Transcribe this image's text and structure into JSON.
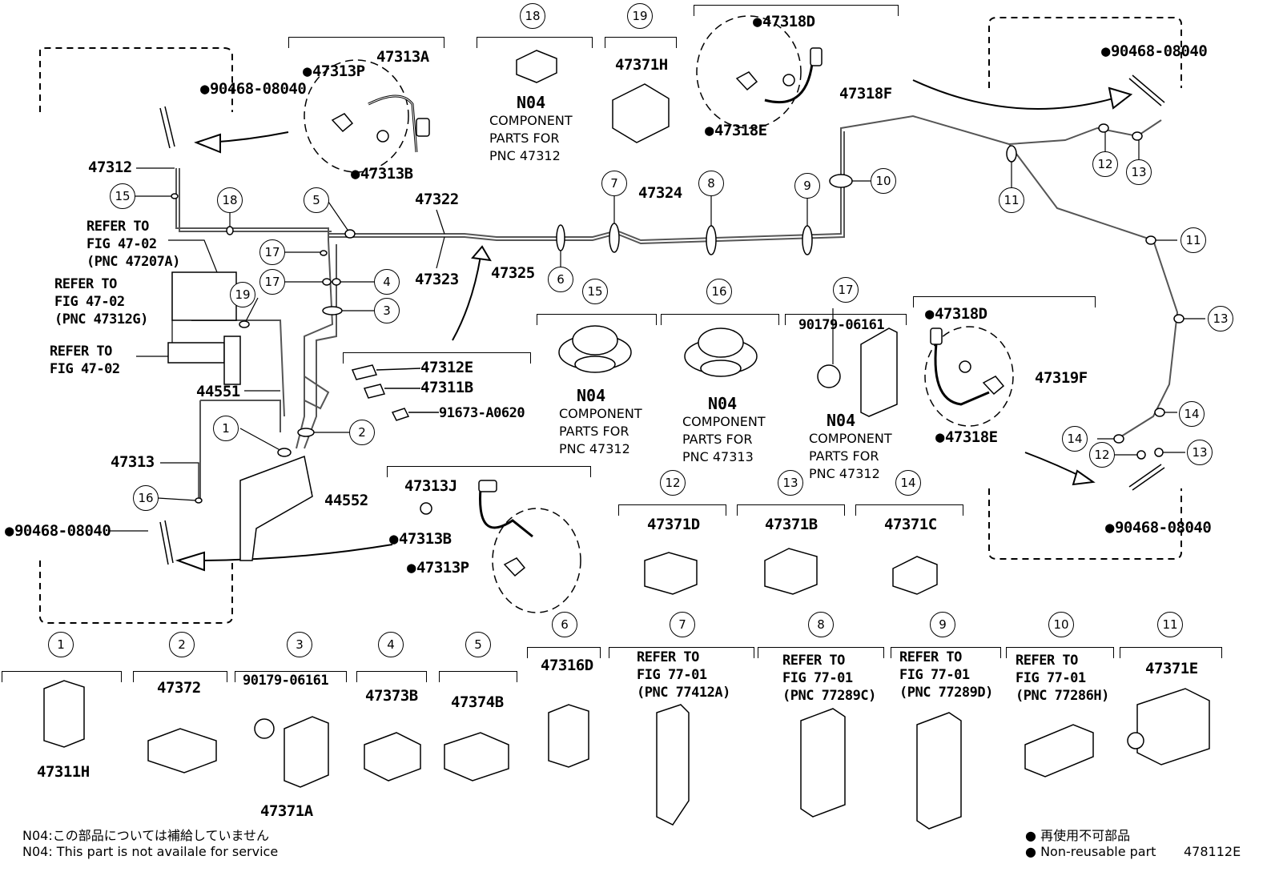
{
  "diagram_id": "478112E",
  "notes": {
    "n04_jp": "N04:この部品については補給していません",
    "n04_en": "N04: This part is not availale for service"
  },
  "legend": {
    "non_reusable_jp": "再使用不可部品",
    "non_reusable_en": "Non-reusable part"
  },
  "component_text": {
    "n04": "N04",
    "for_47312": "COMPONENT\nPARTS FOR\nPNC 47312",
    "for_47313": "COMPONENT\nPARTS FOR\nPNC 47313"
  },
  "refer": {
    "r47207a": "REFER TO\nFIG 47-02\n(PNC 47207A)",
    "r47312g": "REFER TO\nFIG 47-02\n(PNC 47312G)",
    "r4702": "REFER TO\nFIG 47-02",
    "r7": "REFER TO\nFIG 77-01\n(PNC 77412A)",
    "r8": "REFER TO\nFIG 77-01\n(PNC 77289C)",
    "r9": "REFER TO\nFIG 77-01\n(PNC 77289D)",
    "r10": "REFER TO\nFIG 77-01\n(PNC 77286H)"
  },
  "parts": {
    "p47313A": "47313A",
    "p47313P_top": "47313P",
    "p47313B_top": "47313B",
    "p90468_tl": "90468-08040",
    "p47312": "47312",
    "p47322": "47322",
    "p47323": "47323",
    "p47325": "47325",
    "p47324": "47324",
    "p47312E": "47312E",
    "p47311B": "47311B",
    "p91673": "91673-A0620",
    "p44551": "44551",
    "p44552": "44552",
    "p47313": "47313",
    "p90468_bl": "90468-08040",
    "p47313J": "47313J",
    "p47313B_bot": "47313B",
    "p47313P_bot": "47313P",
    "p47371H": "47371H",
    "p47318D_top": "47318D",
    "p47318F": "47318F",
    "p47318E_top": "47318E",
    "p90468_tr": "90468-08040",
    "p90179_17": "90179-06161",
    "p47318D_mid": "47318D",
    "p47319F": "47319F",
    "p47318E_mid": "47318E",
    "p90468_br": "90468-08040",
    "p47371D": "47371D",
    "p47371B": "47371B",
    "p47371C": "47371C",
    "p47311H": "47311H",
    "p47372": "47372",
    "p90179_3": "90179-06161",
    "p47371A": "47371A",
    "p47373B": "47373B",
    "p47374B": "47374B",
    "p47316D": "47316D",
    "p47371E": "47371E"
  },
  "callouts": [
    "1",
    "2",
    "3",
    "4",
    "5",
    "6",
    "7",
    "8",
    "9",
    "10",
    "11",
    "12",
    "13",
    "14",
    "15",
    "16",
    "17",
    "18",
    "19"
  ]
}
